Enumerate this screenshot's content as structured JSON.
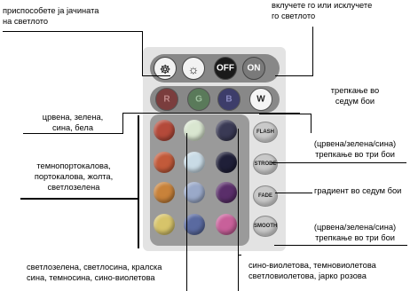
{
  "labels": {
    "brightness": [
      "приспособете ја јачината",
      "на светлото"
    ],
    "power": [
      "вклучете го или исклучете",
      "го светлото"
    ],
    "rgbw": [
      "црвена, зелена,",
      "сина, бела"
    ],
    "warm_colors": [
      "темнопортокалова,",
      "портокалова, жолта,",
      "светлозелена"
    ],
    "flash": [
      "трепкање во",
      "седум бои"
    ],
    "strobe": [
      "(црвена/зелена/сина)",
      "трепкање во три бои"
    ],
    "fade": [
      "градиент во седум бои"
    ],
    "smooth": [
      "(црвена/зелена/сина)",
      "трепкање во три бои"
    ],
    "cool_colors": [
      "светлозелена, светлосина, кралска",
      "сина, темносина, сино-виолетова"
    ],
    "purple_pink": [
      "сино-виолетова, темновиолетова",
      "светловиолетова, јарко розова"
    ]
  },
  "remote": {
    "top_buttons": [
      {
        "name": "brightness-down-button",
        "label": "",
        "icon": "bulb-dim-icon",
        "bg": "#f2f2f2",
        "fg": "#111111"
      },
      {
        "name": "brightness-up-button",
        "label": "",
        "icon": "bulb-bright-icon",
        "bg": "#f2f2f2",
        "fg": "#111111"
      },
      {
        "name": "off-button",
        "label": "OFF",
        "icon": "",
        "bg": "#1a1a1a",
        "fg": "#ffffff"
      },
      {
        "name": "on-button",
        "label": "ON",
        "icon": "",
        "bg": "#7a7a7a",
        "fg": "#ffffff"
      }
    ],
    "rgbw_buttons": [
      {
        "name": "red-button",
        "label": "R",
        "bg": "#7a3d3d",
        "fg": "#c08a8a"
      },
      {
        "name": "green-button",
        "label": "G",
        "bg": "#5a7a5a",
        "fg": "#9fc09f"
      },
      {
        "name": "blue-button",
        "label": "B",
        "bg": "#3d3d6a",
        "fg": "#8a8ac0"
      },
      {
        "name": "white-button",
        "label": "W",
        "bg": "#f5f5f5",
        "fg": "#222222"
      }
    ],
    "color_grid": [
      [
        "#b44a3a",
        "#d9e6d0",
        "#3a3a55"
      ],
      [
        "#c25a3a",
        "#c9dbe6",
        "#1f1f38"
      ],
      [
        "#c8823a",
        "#9aa9c9",
        "#5a2e6a"
      ],
      [
        "#d7c46a",
        "#5a6aa0",
        "#c8609a"
      ]
    ],
    "mode_buttons": [
      {
        "name": "flash-button",
        "label": "FLASH"
      },
      {
        "name": "strobe-button",
        "label": "STROBE"
      },
      {
        "name": "fade-button",
        "label": "FADE"
      },
      {
        "name": "smooth-button",
        "label": "SMOOTH"
      }
    ],
    "colors": {
      "body": "#e3e3e3",
      "row_bg": "#888888",
      "grid_bg": "#9a9a9a"
    }
  }
}
